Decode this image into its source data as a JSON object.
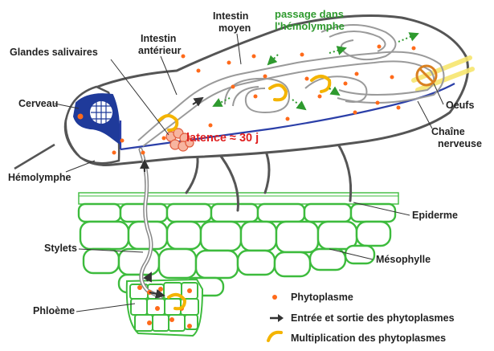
{
  "labels": {
    "cerveau": "Cerveau",
    "glandes": "Glandes salivaires",
    "intestin_ant_1": "Intestin",
    "intestin_ant_2": "antérieur",
    "intestin_moy_1": "Intestin",
    "intestin_moy_2": "moyen",
    "passage_1": "passage dans",
    "passage_2": "l'hémolymphe",
    "oeufs": "Oeufs",
    "chaine_1": "Chaîne",
    "chaine_2": "nerveuse",
    "latence": "latence ≈ 30 j",
    "hemolymphe": "Hémolymphe",
    "epiderme": "Epiderme",
    "stylets": "Stylets",
    "mesophylle": "Mésophylle",
    "phloeme": "Phloème"
  },
  "legend": {
    "items": [
      {
        "icon": "orange-dot-icon",
        "label": "Phytoplasme"
      },
      {
        "icon": "black-arrow-icon",
        "label": "Entrée et sortie des phytoplasmes"
      },
      {
        "icon": "curved-orange-arrow-icon",
        "label": "Multiplication des phytoplasmes"
      }
    ]
  },
  "colors": {
    "outline": "#555555",
    "gut": "#9a9a9a",
    "nerve": "#2b3fa8",
    "brain": "#1f3a9a",
    "plant": "#3dbb3d",
    "phyto": "#ff6a1a",
    "multiply": "#f4b400",
    "green_text": "#2e9a2e",
    "red_text": "#e02020"
  }
}
